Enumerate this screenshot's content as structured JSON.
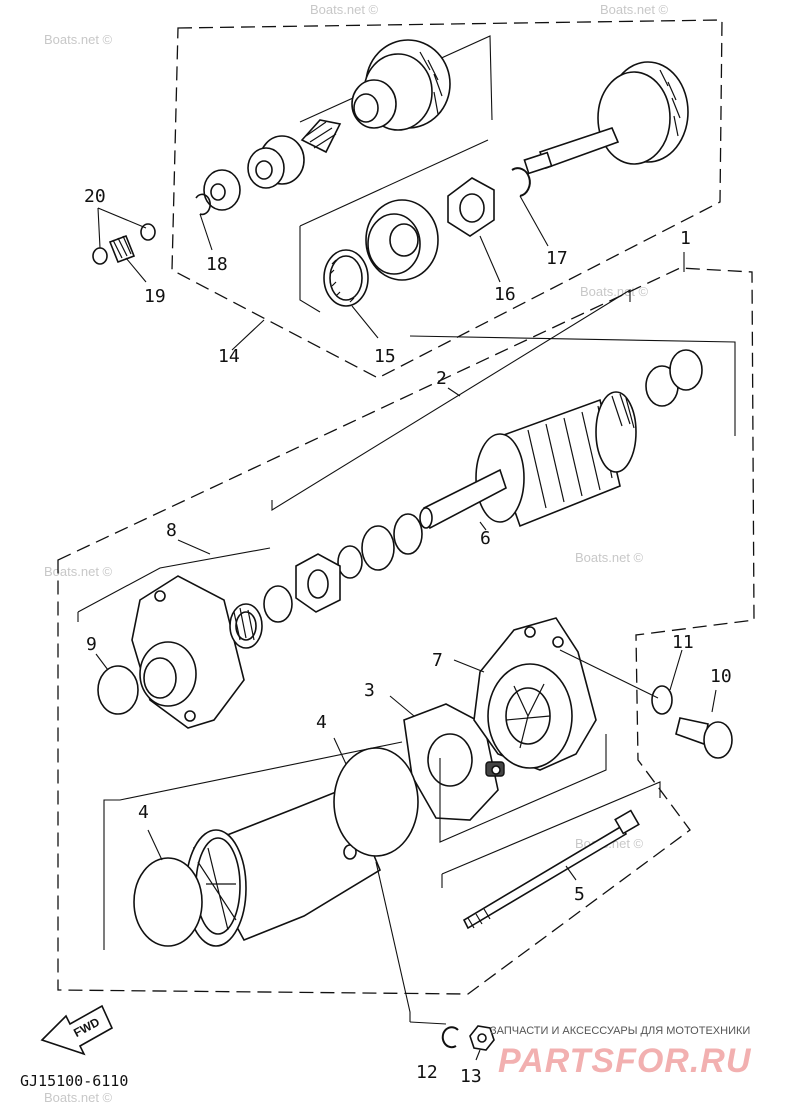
{
  "callouts": [
    {
      "id": "c1",
      "label": "1"
    },
    {
      "id": "c2",
      "label": "2"
    },
    {
      "id": "c3",
      "label": "3"
    },
    {
      "id": "c4a",
      "label": "4"
    },
    {
      "id": "c4b",
      "label": "4"
    },
    {
      "id": "c5",
      "label": "5"
    },
    {
      "id": "c6",
      "label": "6"
    },
    {
      "id": "c7",
      "label": "7"
    },
    {
      "id": "c8",
      "label": "8"
    },
    {
      "id": "c9",
      "label": "9"
    },
    {
      "id": "c10",
      "label": "10"
    },
    {
      "id": "c11",
      "label": "11"
    },
    {
      "id": "c12",
      "label": "12"
    },
    {
      "id": "c13",
      "label": "13"
    },
    {
      "id": "c14",
      "label": "14"
    },
    {
      "id": "c15",
      "label": "15"
    },
    {
      "id": "c16",
      "label": "16"
    },
    {
      "id": "c17",
      "label": "17"
    },
    {
      "id": "c18",
      "label": "18"
    },
    {
      "id": "c19",
      "label": "19"
    },
    {
      "id": "c20",
      "label": "20"
    }
  ],
  "fwd_label": "FWD",
  "diagram_code": "GJ15100-6110",
  "watermark": "Boats.net ©",
  "shop": {
    "tagline": "ЗАПЧАСТИ И АКСЕССУАРЫ ДЛЯ МОТОТЕХНИКИ",
    "name": "PARTSFOR.RU"
  }
}
